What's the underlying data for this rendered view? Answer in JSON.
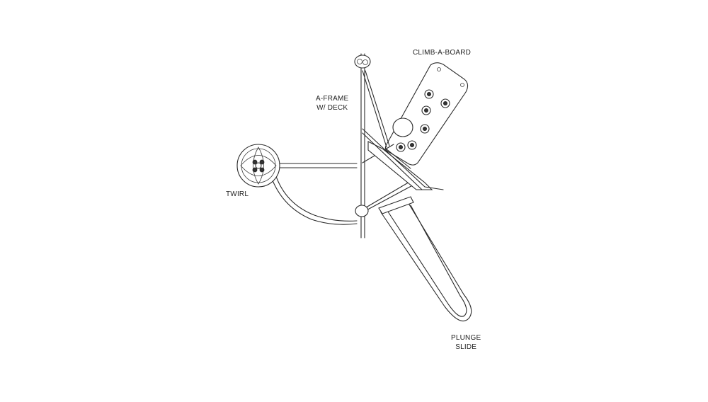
{
  "labels": {
    "climb_a_board": "CLIMB-A-BOARD",
    "a_frame": "A-FRAME\nW/ DECK",
    "twirl": "TWIRL",
    "plunge_slide": "PLUNGE\nSLIDE"
  }
}
